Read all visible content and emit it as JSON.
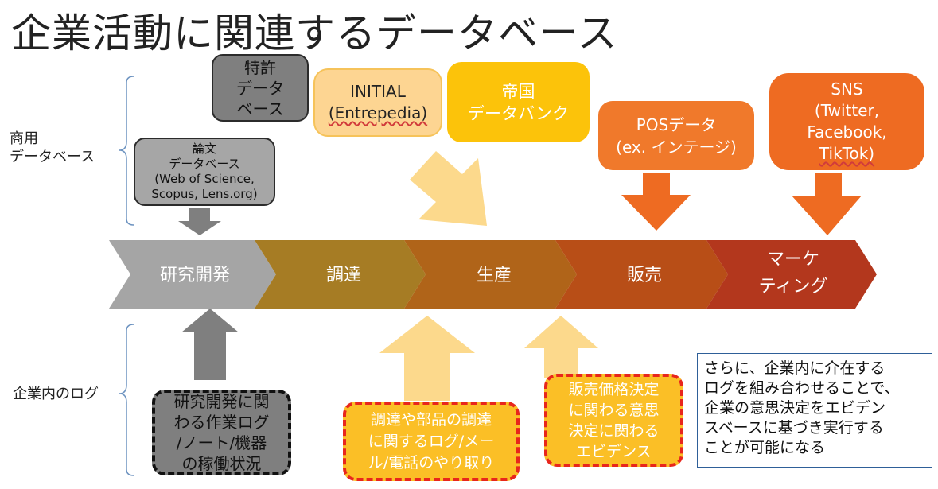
{
  "title": "企業活動に関連するデータベース",
  "side_labels": {
    "commercial": "商用\nデータベース",
    "internal": "企業内のログ"
  },
  "stages": [
    "研究開発",
    "調達",
    "生産",
    "販売",
    "マーケ\nティング"
  ],
  "databases": {
    "patent": "特許\nデータ\nベース",
    "papers": "論文\nデータベース\n(Web of Science,\nScopus, Lens.org)",
    "initial_line1": "INITIAL",
    "initial_line2": "(Entrepedia)",
    "teikoku": "帝国\nデータバンク",
    "pos": "POSデータ\n(ex. インテージ)",
    "sns_line1": "SNS",
    "sns_line2": "(Twitter,",
    "sns_line3": "Facebook,",
    "sns_line4": "TikTok)"
  },
  "logs": {
    "rnd": "研究開発に関\nわる作業ログ\n/ノート/機器\nの稼働状況",
    "procurement": "調達や部品の調達\nに関するログ/メー\nル/電話のやり取り",
    "sales": "販売価格決定\nに関わる意思\n決定に関わる\nエビデンス"
  },
  "note": "さらに、企業内に介在する\nログを組み合わせることで、\n企業の意思決定をエビデン\nスベースに基づき実行する\nことが可能になる",
  "colors": {
    "stage_research": "#a5a5a5",
    "stage_procurement": "#a67c24",
    "stage_production": "#b06419",
    "stage_sales": "#b84e17",
    "stage_marketing": "#b3371d",
    "light_orange": "#fdd592",
    "gold": "#fcc30a",
    "orange": "#f0792b",
    "dark_orange": "#ee6b22",
    "light_yellow_arrow": "#fcd98c",
    "gray_arrow": "#7f7f7f",
    "red_dash": "#e8261c",
    "note_border": "#2e5f98"
  }
}
